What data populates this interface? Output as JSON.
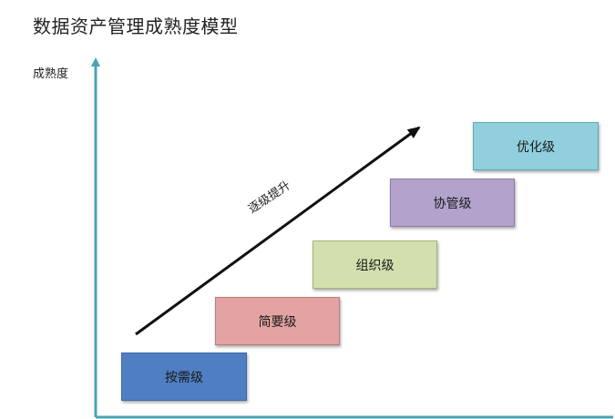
{
  "title": "数据资产管理成熟度模型",
  "y_axis_label": "成熟度",
  "arrow_label": "逐级提升",
  "levels": [
    {
      "label": "按需级",
      "color": "#4f7ec2",
      "border": "#3f68a6"
    },
    {
      "label": "简要级",
      "color": "#e3a3a2",
      "border": "#b97c7a"
    },
    {
      "label": "组织级",
      "color": "#d2e0ad",
      "border": "#a3b37c"
    },
    {
      "label": "协管级",
      "color": "#b3a3cc",
      "border": "#8c7ba8"
    },
    {
      "label": "优化级",
      "color": "#90cfdb",
      "border": "#5ea9b8"
    }
  ],
  "colors": {
    "axis": "#4ba3b2",
    "arrow": "#111111"
  }
}
